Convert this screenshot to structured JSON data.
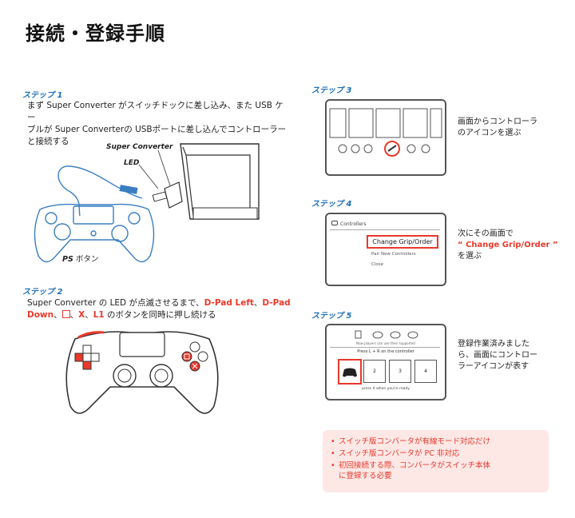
{
  "title": "接続・登録手順",
  "step1": {
    "label": "ステップ 1",
    "line1": "まず Super Converter がスイッチドックに差し込み、また USB ケー",
    "line2": "ブルが Super Converterの USBポートに差し込んでコントローラー",
    "line3": "と接続する",
    "callout_converter": "Super Converter",
    "callout_led": "LED",
    "callout_ps_bold": "PS",
    "callout_ps_rest": " ボタン"
  },
  "step2": {
    "label": "ステップ 2",
    "line1_pre": "Super Converter の LED が点滅させるまで、",
    "dpad_left": "D-Pad Left",
    "sep1": "、",
    "dpad": "D-Pad",
    "down": "Down",
    "sep2": "、",
    "sep3": "、",
    "x": "X",
    "sep4": "、",
    "l1": "L1",
    "line2_post": " のボタンを同時に押し続ける"
  },
  "step3": {
    "label": "ステップ 3",
    "text_line1": "画面からコントローラ",
    "text_line2": "のアイコンを選ぶ"
  },
  "step4": {
    "label": "ステップ 4",
    "screen_header": "Controllers",
    "menu_item1": "Change Grip/Order",
    "menu_item2": "Pair New Controllers",
    "menu_item3": "Close",
    "text_line1": "次にその画面で",
    "text_quote_open": "“ ",
    "text_highlight": "Change Grip/Order",
    "text_quote_close": " ”",
    "text_line3": "を選ぶ"
  },
  "step5": {
    "label": "ステップ 5",
    "screen_top_text": "Now players can use their supported",
    "screen_press_text": "Press  L + R  on the controller",
    "slots": [
      "2",
      "3",
      "4"
    ],
    "screen_bottom_text": "press A when you're ready",
    "text_line1": "登録作業済みまし",
    "text_line2": "た",
    "text_line3": "ら、画面にコントロ",
    "text_line4": "ー",
    "text_line5": "ラーアイコンが表す"
  },
  "notes": [
    "スイッチ版コンバータが有線モード対応だけ",
    "スイッチ版コンバータが PC 非対応",
    "初回接続する際、コンバータがスイッチ本体",
    "に登録する必要"
  ],
  "colors": {
    "accent_blue": "#1f6fb5",
    "accent_red": "#e8392b",
    "note_bg": "#fde8e6"
  }
}
